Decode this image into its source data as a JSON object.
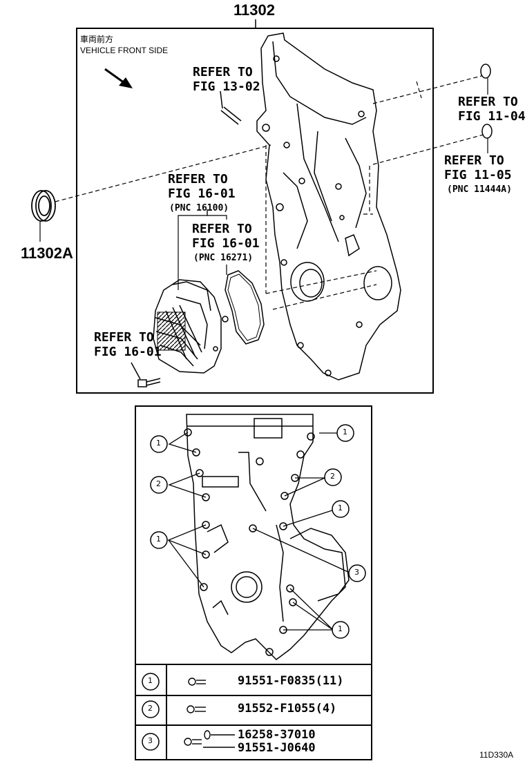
{
  "top_part_number": "11302",
  "seal_part_number": "11302A",
  "front_label_jp": "車両前方",
  "front_label_en": "VEHICLE FRONT SIDE",
  "refs": {
    "fig13": {
      "line1": "REFER TO",
      "line2": "FIG 13-02"
    },
    "fig1104": {
      "line1": "REFER TO",
      "line2": "FIG 11-04"
    },
    "fig1105": {
      "line1": "REFER TO",
      "line2": "FIG 11-05",
      "pnc": "(PNC 11444A)"
    },
    "fig1601a": {
      "line1": "REFER TO",
      "line2": "FIG 16-01",
      "pnc": "(PNC 16100)"
    },
    "fig1601b": {
      "line1": "REFER TO",
      "line2": "FIG 16-01",
      "pnc": "(PNC 16271)"
    },
    "fig1601c": {
      "line1": "REFER TO",
      "line2": "FIG 16-01"
    }
  },
  "callouts": {
    "one": "1",
    "two": "2",
    "three": "3"
  },
  "legend": [
    {
      "num": "1",
      "codes": [
        "91551-F0835(11)"
      ]
    },
    {
      "num": "2",
      "codes": [
        "91552-F1055(4)"
      ]
    },
    {
      "num": "3",
      "codes": [
        "16258-37010",
        "91551-J0640"
      ]
    }
  ],
  "figure_code": "11D330A"
}
